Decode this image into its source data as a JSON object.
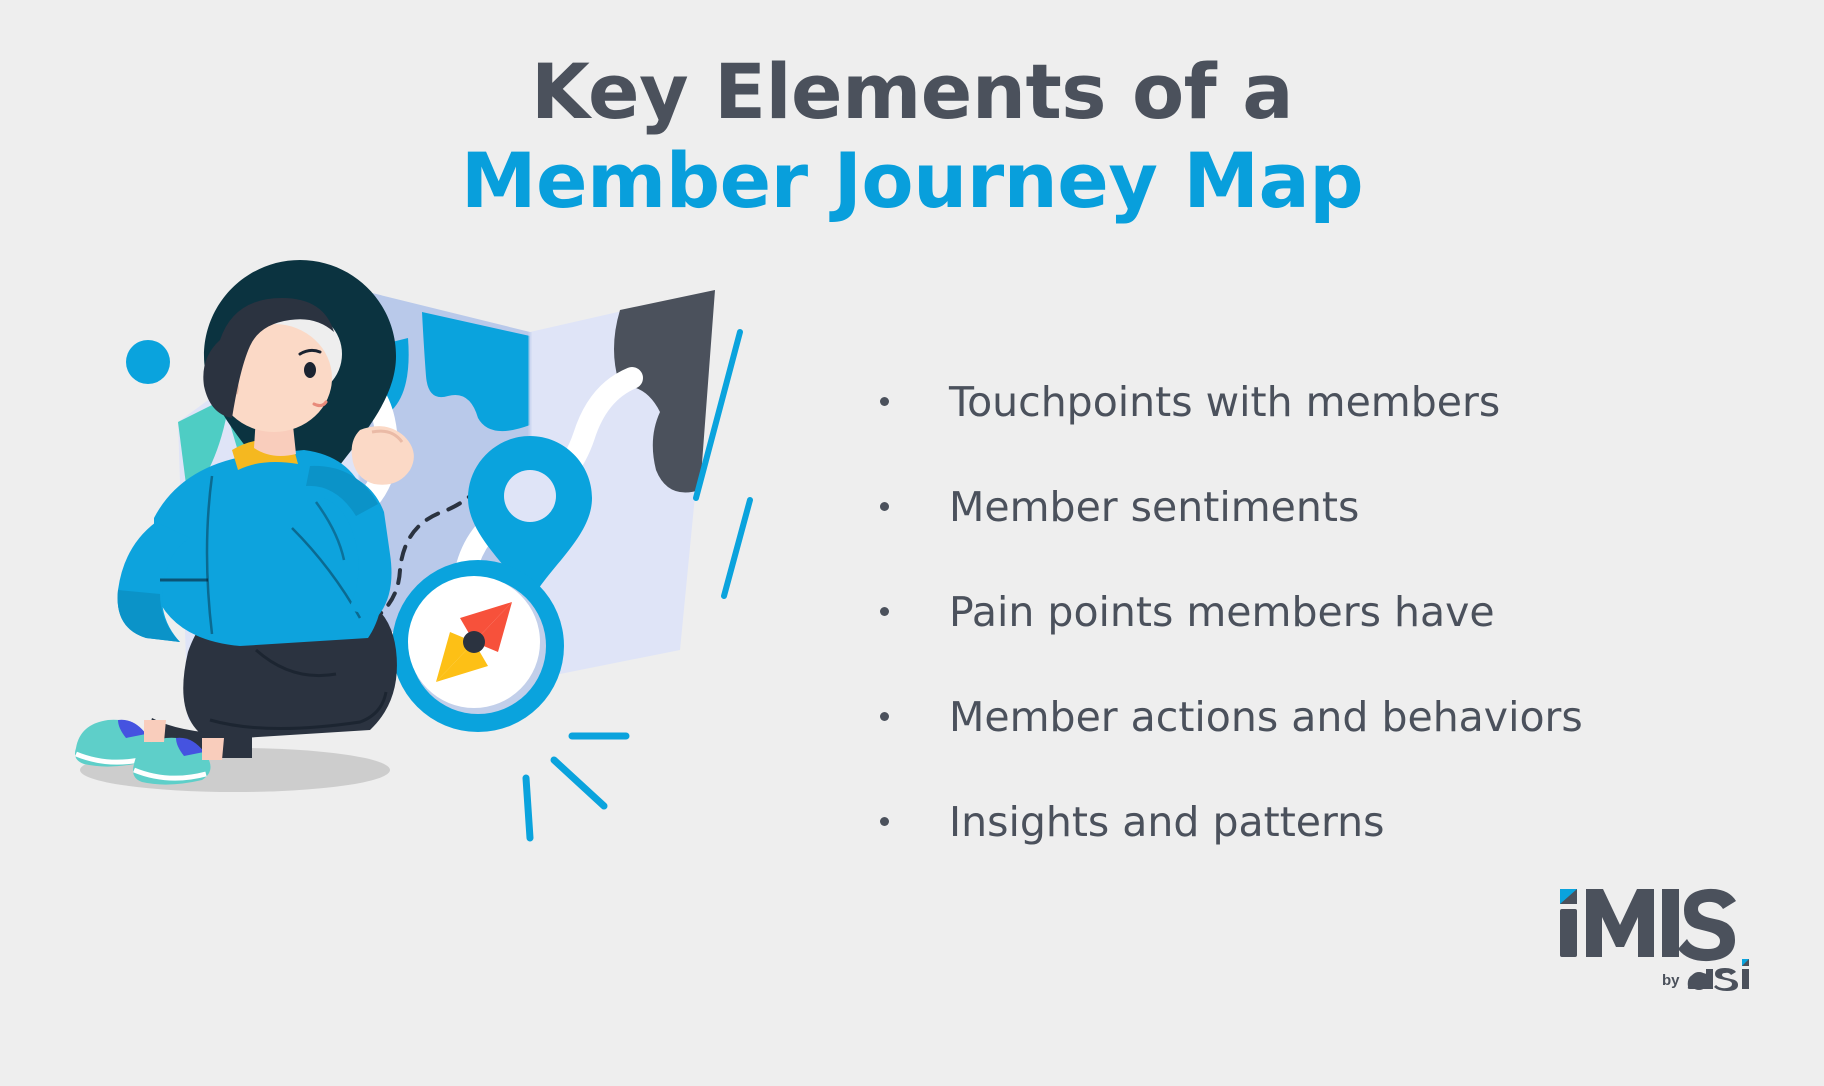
{
  "page": {
    "background_color": "#eeeeee",
    "accent_blue": "#089fdc",
    "dark_slate": "#4b515c",
    "navy": "#0b3340",
    "teal": "#4ecdc4",
    "map_light": "#dfe4f7",
    "map_mid": "#b9c9ea",
    "compass_red": "#f7513b",
    "compass_yellow": "#fdc016",
    "sneaker_teal": "#5ecfc9",
    "collar_yellow": "#f5b820"
  },
  "title": {
    "line1": "Key Elements of a",
    "line2": "Member Journey Map"
  },
  "bullets": [
    {
      "text": "Touchpoints with members"
    },
    {
      "text": "Member sentiments"
    },
    {
      "text": "Pain points members have"
    },
    {
      "text": "Member actions and behaviors"
    },
    {
      "text": "Insights and patterns"
    }
  ],
  "logo": {
    "wordmark": "iMIS",
    "by_label": "by",
    "parent_brand": "asi"
  },
  "illustration": {
    "alt": "person kneeling reading a folded map with location pins and a compass",
    "elements": [
      "map-pin-navy",
      "map-pin-blue",
      "folded-map",
      "compass",
      "person-kneeling",
      "blue-circle-accent",
      "diagonal-accent-lines",
      "compass-ray-lines"
    ]
  }
}
